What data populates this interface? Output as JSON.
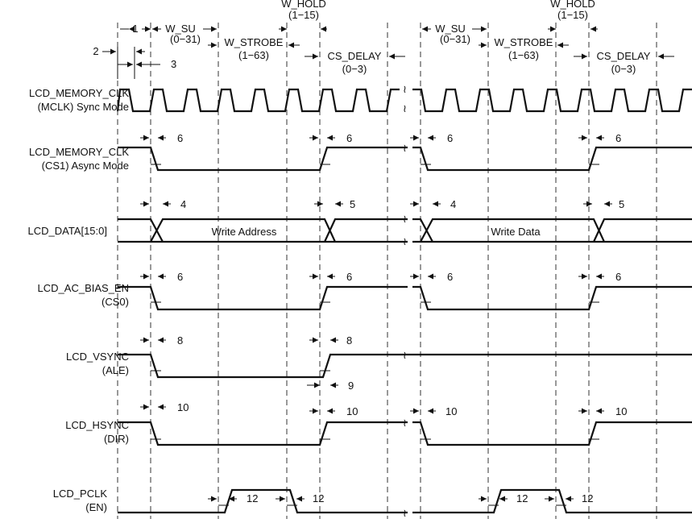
{
  "signals": [
    {
      "name": "LCD_MEMORY_CLK",
      "sub": "(MCLK) Sync Mode"
    },
    {
      "name": "LCD_MEMORY_CLK",
      "sub": "(CS1)  Async Mode"
    },
    {
      "name": "LCD_DATA[15:0]",
      "sub": ""
    },
    {
      "name": "LCD_AC_BIAS_EN",
      "sub": "(CS0)"
    },
    {
      "name": "LCD_VSYNC",
      "sub": "(ALE)"
    },
    {
      "name": "LCD_HSYNC",
      "sub": "(DIR)"
    },
    {
      "name": "LCD_PCLK",
      "sub": "(EN)"
    }
  ],
  "phases": {
    "w_su": "W_SU",
    "w_su_range": "(0−31)",
    "w_strobe": "W_STROBE",
    "w_strobe_range": "(1−63)",
    "w_hold": "W_HOLD",
    "w_hold_range": "(1−15)",
    "cs_delay": "CS_DELAY",
    "cs_delay_range": "(0−3)"
  },
  "bus_values": {
    "first": "Write Address",
    "second": "Write Data"
  },
  "parameters": {
    "p1": "1",
    "p2": "2",
    "p3": "3",
    "p4": "4",
    "p5": "5",
    "p6": "6",
    "p8": "8",
    "p9": "9",
    "p10": "10",
    "p12": "12"
  }
}
